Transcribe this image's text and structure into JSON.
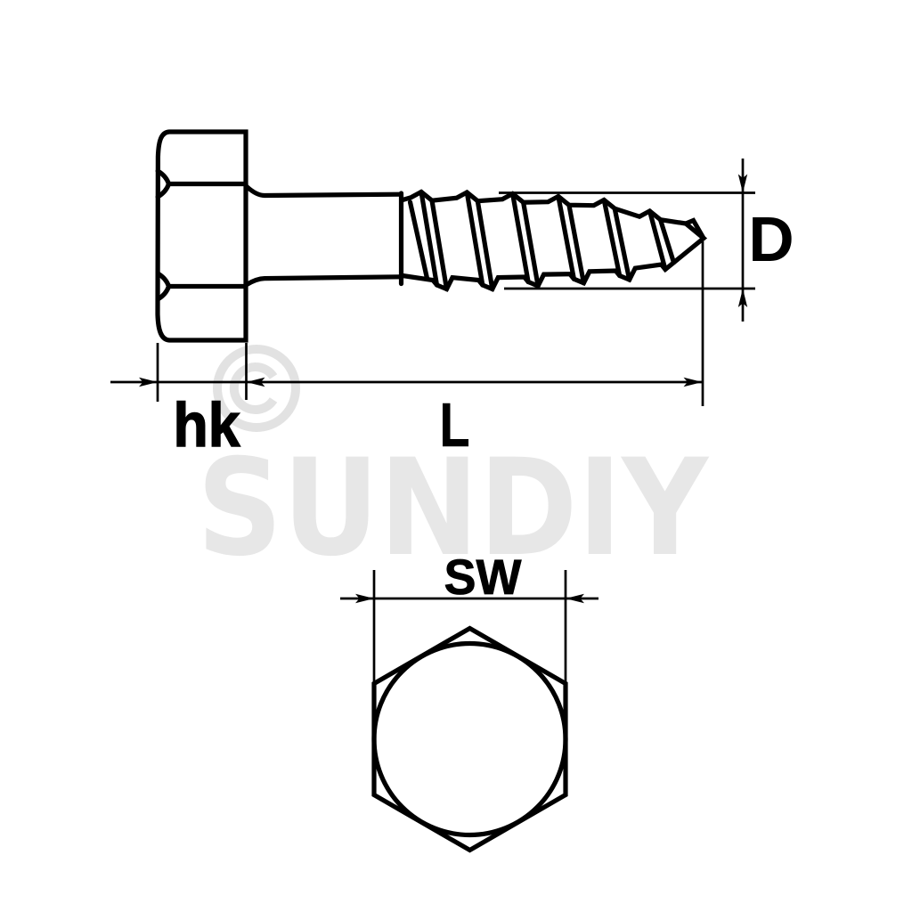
{
  "drawing": {
    "type": "technical-diagram",
    "subject": "hex head lag screw (coach screw), side view and head end view"
  },
  "labels": {
    "head_height": "hk",
    "length": "L",
    "diameter": "D",
    "width_across_flats": "SW"
  },
  "watermark": {
    "text": "SUNDIY",
    "copyright_symbol": "©"
  },
  "colors": {
    "background": "#ffffff",
    "line": "#000000",
    "watermark_text": "#e7e7e7",
    "watermark_symbol": "#e2e2e2"
  }
}
